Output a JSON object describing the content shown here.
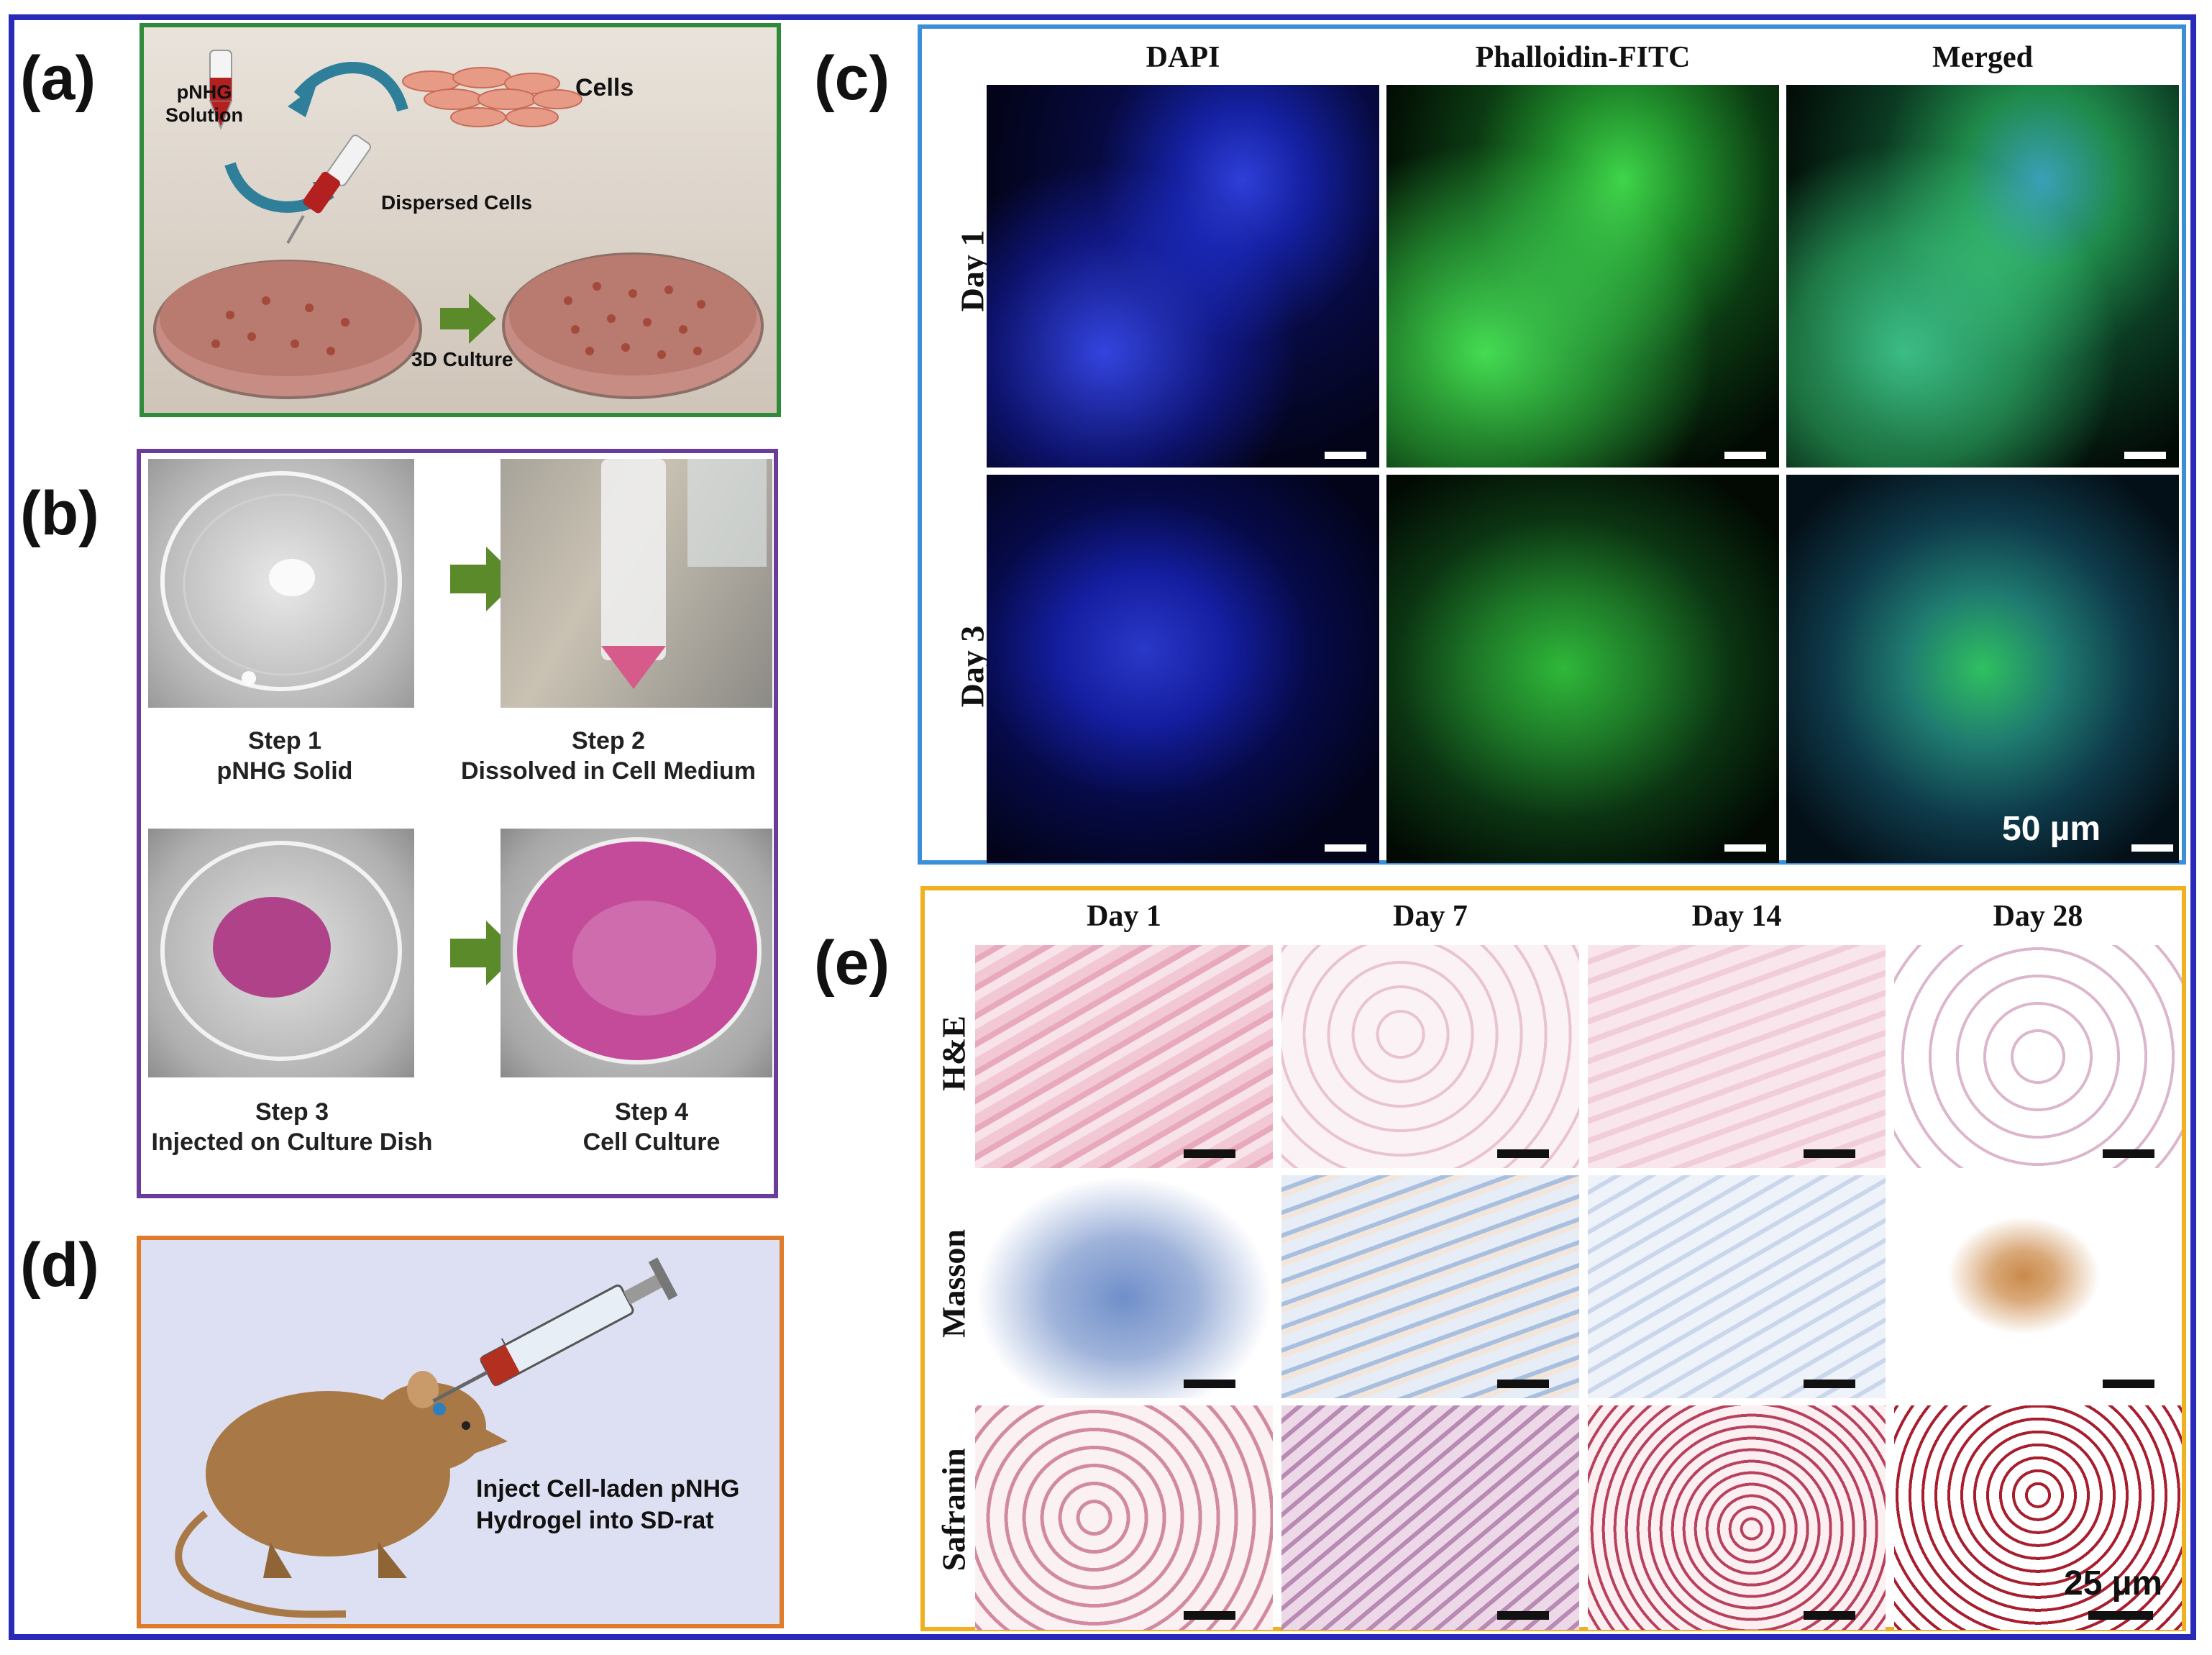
{
  "panels": {
    "a": {
      "letter": "(a)",
      "pnhg_solution": "pNHG\nSolution",
      "cells": "Cells",
      "dispersed_cells": "Dispersed Cells",
      "culture": "3D Culture"
    },
    "b": {
      "letter": "(b)",
      "steps": [
        {
          "title": "Step 1",
          "desc": "pNHG Solid"
        },
        {
          "title": "Step 2",
          "desc": "Dissolved in Cell Medium"
        },
        {
          "title": "Step 3",
          "desc": "Injected on Culture Dish"
        },
        {
          "title": "Step 4",
          "desc": "Cell Culture"
        }
      ]
    },
    "c": {
      "letter": "(c)",
      "columns": [
        "DAPI",
        "Phalloidin-FITC",
        "Merged"
      ],
      "rows": [
        "Day 1",
        "Day 3"
      ],
      "scalebar": "50 µm"
    },
    "d": {
      "letter": "(d)",
      "caption": "Inject Cell-laden pNHG\nHydrogel into SD-rat"
    },
    "e": {
      "letter": "(e)",
      "columns": [
        "Day 1",
        "Day 7",
        "Day 14",
        "Day 28"
      ],
      "rows": [
        "H&E",
        "Masson",
        "Safranin"
      ],
      "scalebar": "25 µm"
    }
  },
  "colors": {
    "frame": "#2a2ab8",
    "panel_a": "#2f8a3a",
    "panel_b": "#6a3d9a",
    "panel_c": "#3a8fd8",
    "panel_d": "#e07b2a",
    "panel_e": "#f0b020",
    "arrow": "#5a8a2a"
  }
}
